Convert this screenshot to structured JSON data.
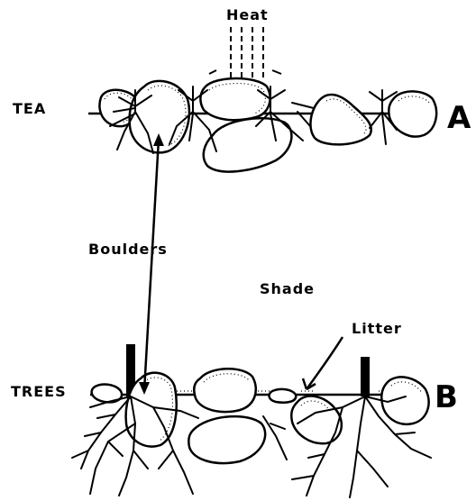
{
  "labels": {
    "heat": "Heat",
    "tea": "TEA",
    "trees": "TREES",
    "boulders": "Boulders",
    "shade": "Shade",
    "litter": "Litter",
    "panel_a": "A",
    "panel_b": "B"
  }
}
